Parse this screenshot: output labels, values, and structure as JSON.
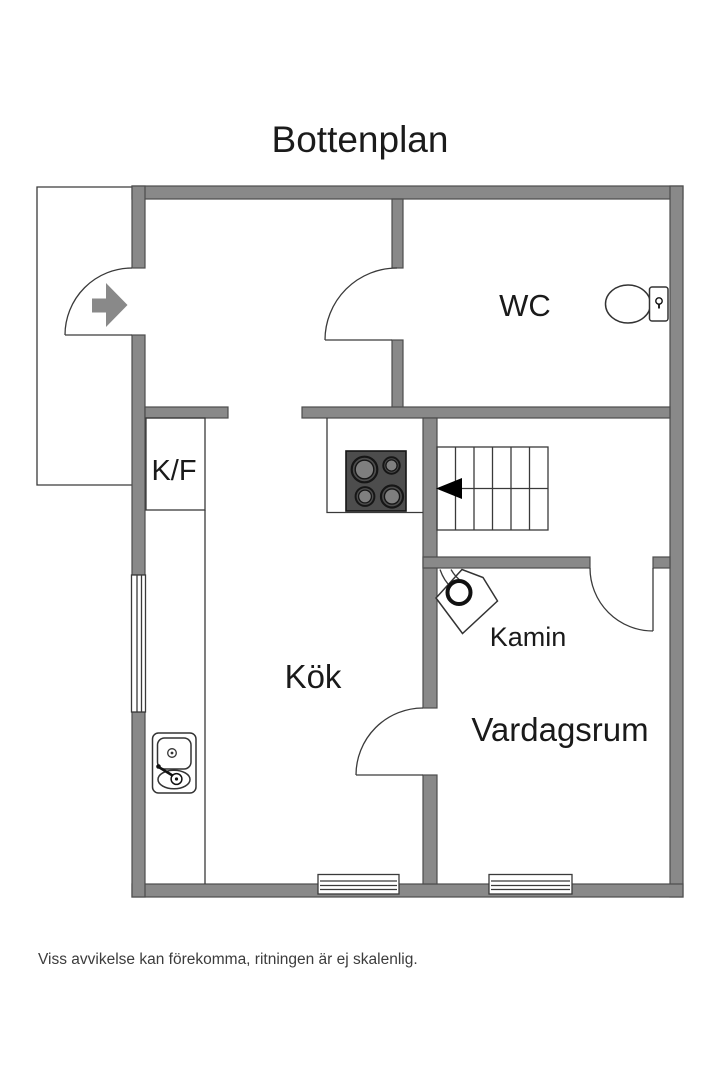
{
  "title": "Bottenplan",
  "rooms": {
    "wc": {
      "label": "WC"
    },
    "closet": {
      "label": "K/F"
    },
    "kitchen": {
      "label": "Kök"
    },
    "fireplace": {
      "label": "Kamin"
    },
    "living_room": {
      "label": "Vardagsrum"
    }
  },
  "disclaimer": "Viss avvikelse kan förekomma, ritningen är ej skalenlig.",
  "colors": {
    "wall_fill": "#898989",
    "wall_outline": "#4d4d4d",
    "thin_line": "#3a3a3a",
    "stove_body": "#4d4d4d",
    "burner_fill": "#7f7f7f",
    "stair_arrow": "#000000",
    "entry_arrow": "#898989",
    "text": "#1a1a1a",
    "background": "#ffffff"
  },
  "icons": {
    "entry_arrow": "entry-direction-arrow-icon",
    "toilet": "toilet-icon",
    "stove": "stove-icon",
    "sink": "sink-icon",
    "stairs": "staircase-icon",
    "stair_arrow": "stair-direction-arrow-icon",
    "fireplace": "fireplace-icon",
    "windows": "window-icon",
    "doors": "door-swing-icon"
  }
}
